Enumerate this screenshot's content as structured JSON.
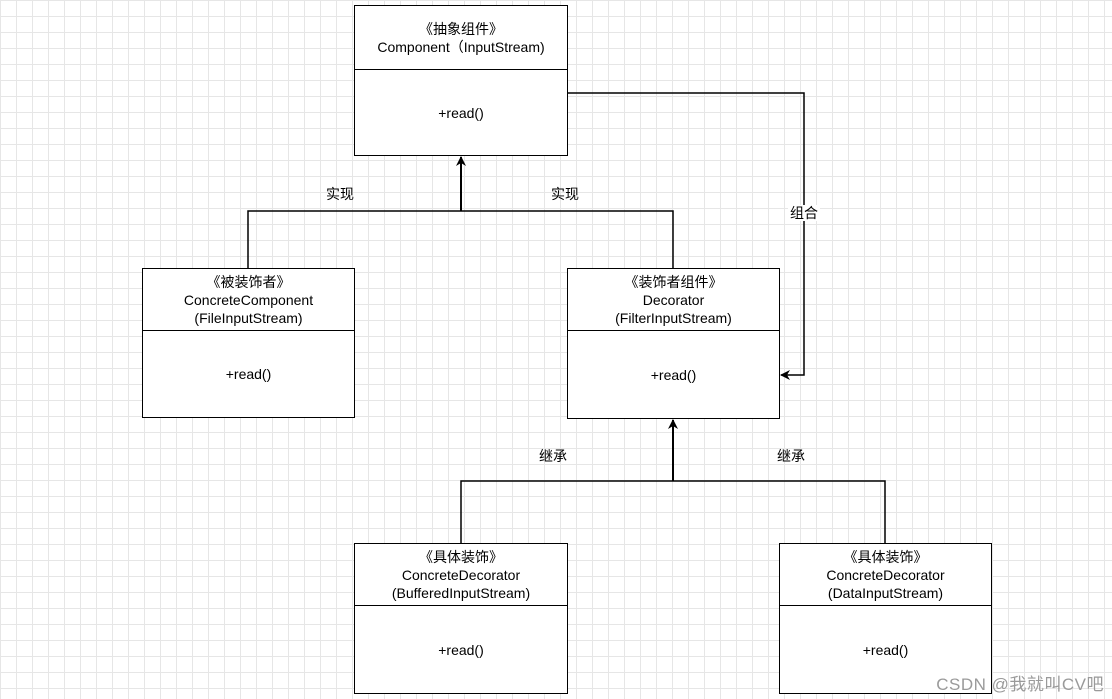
{
  "nodes": {
    "component": {
      "stereotype": "《抽象组件》",
      "name": "Component（InputStream)",
      "impl": "",
      "method": "+read()"
    },
    "concrete_component": {
      "stereotype": "《被装饰者》",
      "name": "ConcreteComponent",
      "impl": "(FileInputStream)",
      "method": "+read()"
    },
    "decorator": {
      "stereotype": "《装饰者组件》",
      "name": "Decorator",
      "impl": "(FilterInputStream)",
      "method": "+read()"
    },
    "buffered_decorator": {
      "stereotype": "《具体装饰》",
      "name": "ConcreteDecorator",
      "impl": "(BufferedInputStream)",
      "method": "+read()"
    },
    "data_decorator": {
      "stereotype": "《具体装饰》",
      "name": "ConcreteDecorator",
      "impl": "(DataInputStream)",
      "method": "+read()"
    }
  },
  "edges": {
    "implements_left": "实现",
    "implements_right": "实现",
    "composition": "组合",
    "inherits_left": "继承",
    "inherits_right": "继承"
  },
  "watermark": "CSDN @我就叫CV吧"
}
